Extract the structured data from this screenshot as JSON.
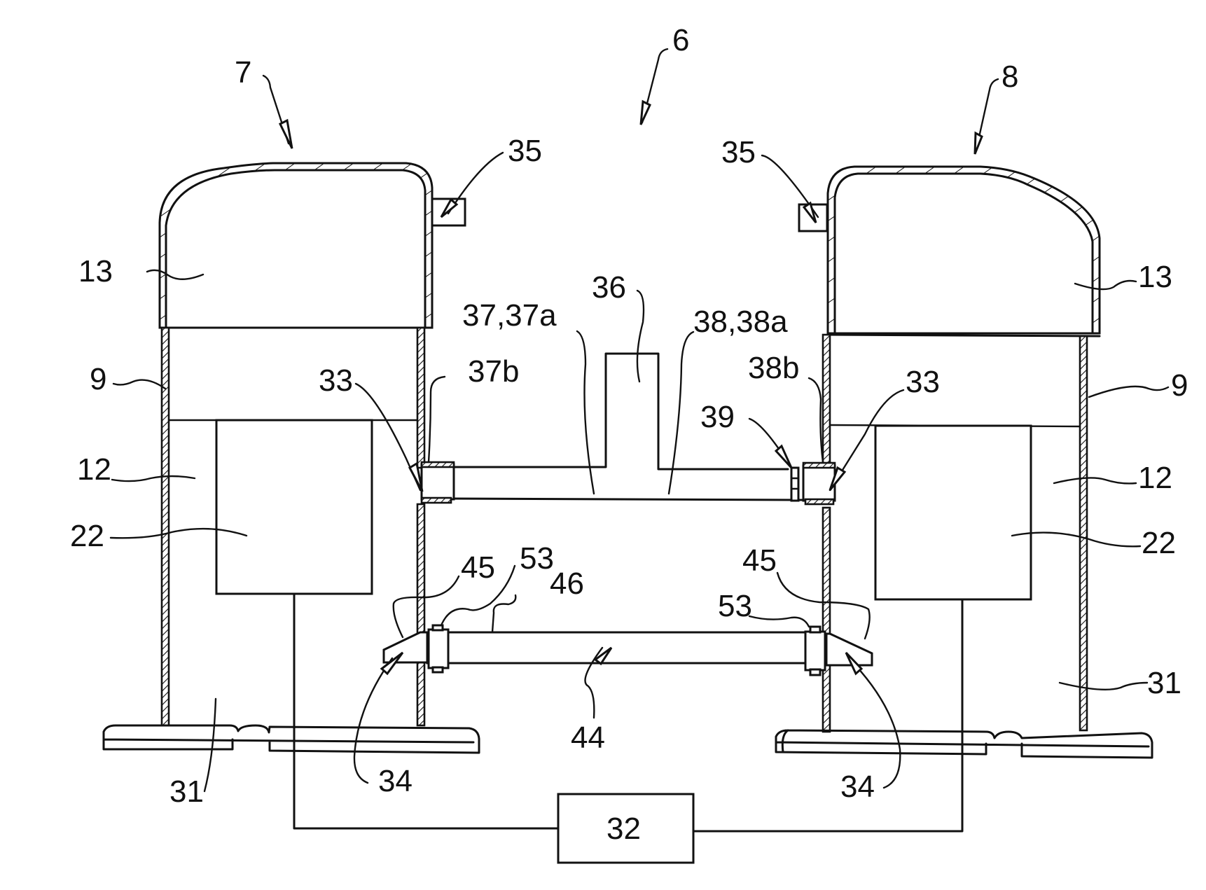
{
  "figure": {
    "type": "patent-drawing",
    "description": "Tandem compressor assembly with two compressors connected by suction and oil equalization lines and a shared control unit",
    "line_color": "#111111",
    "background": "#ffffff"
  },
  "labels": {
    "assembly": "6",
    "compressor_left": "7",
    "compressor_right": "8",
    "shell_left": "9",
    "shell_right": "9",
    "upper_chamber_left": "13",
    "upper_chamber_right": "13",
    "middle_chamber_left": "12",
    "middle_chamber_right": "12",
    "motor_left": "22",
    "motor_right": "22",
    "oil_sump_left": "31",
    "oil_sump_right": "31",
    "controller": "32",
    "suction_port_left": "33",
    "suction_port_right": "33",
    "oil_port_left": "34",
    "oil_port_right": "34",
    "sensor_left": "35",
    "sensor_right": "35",
    "suction_inlet": "36",
    "suction_branch_left": "37,37a",
    "suction_branch_right": "38,38a",
    "fitting_left": "37b",
    "fitting_right": "38b",
    "restrictor": "39",
    "oil_line": "44",
    "flange_left": "45",
    "flange_right": "45",
    "oil_tube": "46",
    "nut_left": "53",
    "nut_right": "53"
  }
}
